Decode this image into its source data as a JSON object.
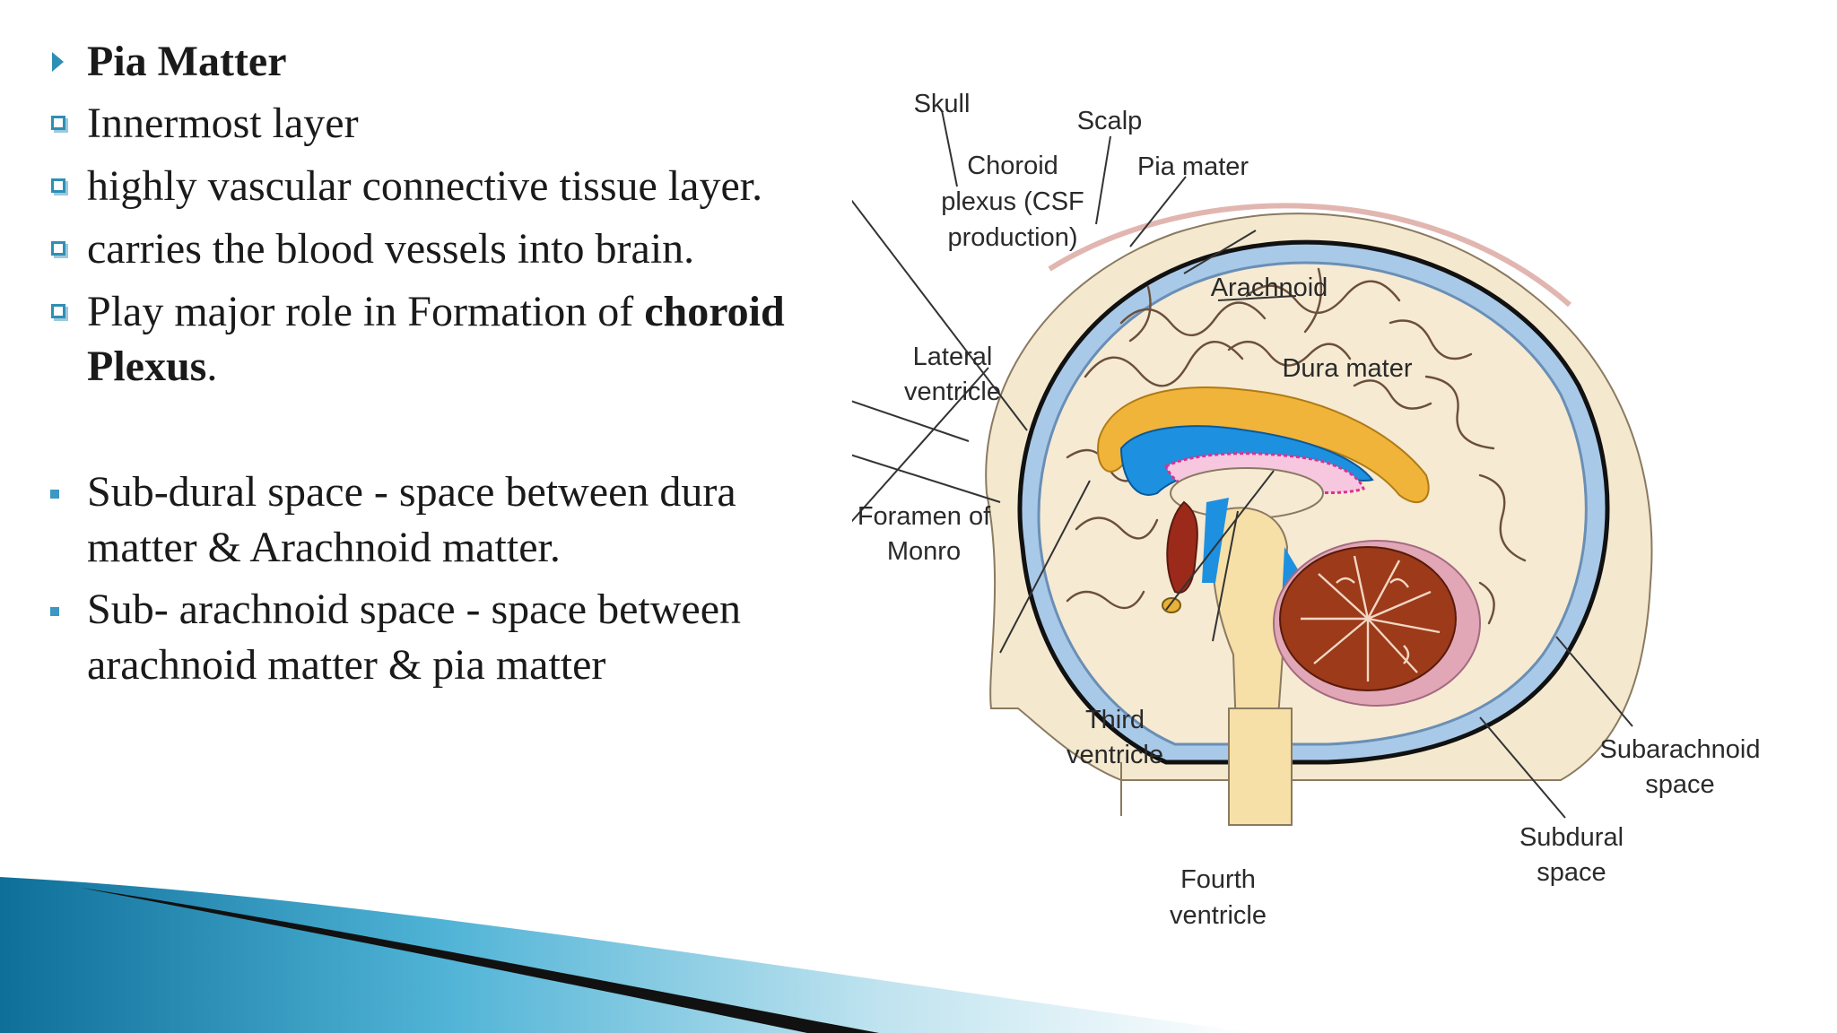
{
  "slide": {
    "heading": "Pia Matter",
    "points": [
      "Innermost layer",
      "highly vascular connective tissue layer.",
      "carries the blood vessels into brain.",
      {
        "lead": "Play major role in Formation of ",
        "bold1": "choroid",
        "bold2": "Plexus",
        "tail": "."
      }
    ],
    "spaces": [
      {
        "line1": "Sub-dural space - space between dura",
        "line2": "matter & Arachnoid matter."
      },
      {
        "line1": "Sub- arachnoid space - space between",
        "line2": "arachnoid matter & pia matter"
      }
    ]
  },
  "diagram": {
    "labels": {
      "choroid": [
        "Choroid",
        "plexus (CSF",
        "production)"
      ],
      "skull": "Skull",
      "scalp": "Scalp",
      "pia": "Pia mater",
      "arachnoid": "Arachnoid",
      "dura": "Dura mater",
      "lateral": [
        "Lateral",
        "ventricle"
      ],
      "foramen": [
        "Foramen of",
        "Monro"
      ],
      "third": [
        "Third",
        "ventricle"
      ],
      "fourth": [
        "Fourth",
        "ventricle"
      ],
      "subdural": [
        "Subdural",
        "space"
      ],
      "subarachnoid": [
        "Subarachnoid",
        "space"
      ]
    }
  },
  "colors": {
    "bullet": "#2e8fb5",
    "ribbon": "#1e8fb8",
    "brain": "#f6ead3",
    "ventricle": "#1e90e0",
    "corpus_callosum": "#f0b43a",
    "cerebellum": "#9c3a1a"
  }
}
